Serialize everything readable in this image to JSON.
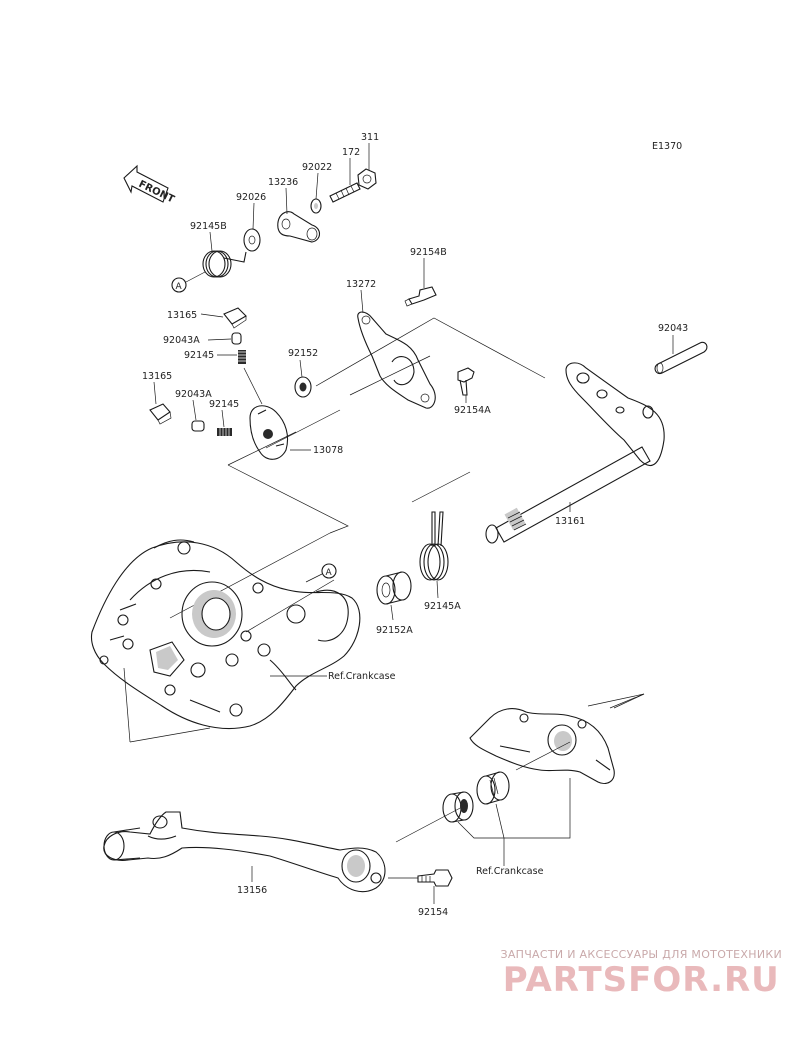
{
  "diagram_code": "E1370",
  "front_label": "FRONT",
  "callout_a": "A",
  "labels": {
    "p311": "311",
    "p172": "172",
    "p92022": "92022",
    "p13236": "13236",
    "p92026": "92026",
    "p92145B": "92145B",
    "p92154B": "92154B",
    "p13272": "13272",
    "p13165a": "13165",
    "p92043Aa": "92043A",
    "p92145a": "92145",
    "p92152": "92152",
    "p13165b": "13165",
    "p92043Ab": "92043A",
    "p92145b": "92145",
    "p13078": "13078",
    "p92154A": "92154A",
    "p92043": "92043",
    "p13161": "13161",
    "p92145A": "92145A",
    "p92152A": "92152A",
    "ref_crankcase_1": "Ref.Crankcase",
    "ref_crankcase_2": "Ref.Crankcase",
    "p13156": "13156",
    "p92154": "92154"
  },
  "watermark": {
    "line1": "ЗАПЧАСТИ И АКСЕССУАРЫ ДЛЯ МОТОТЕХНИКИ",
    "logo": "PARTSFOR.RU"
  }
}
